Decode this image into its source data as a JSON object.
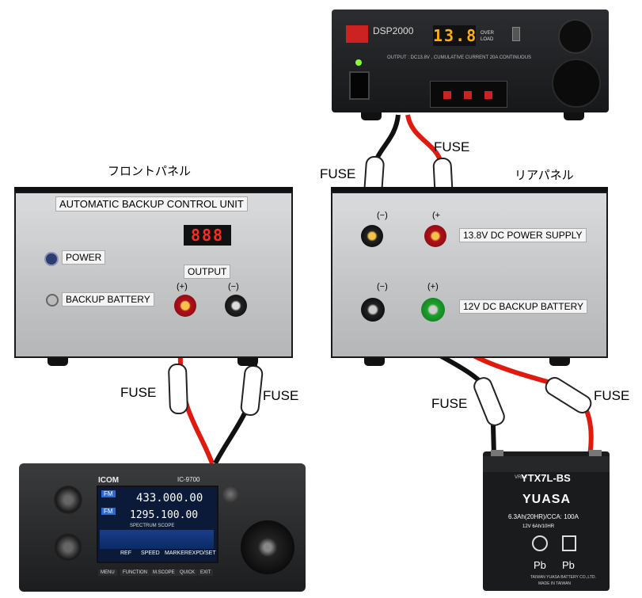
{
  "labels": {
    "front_panel": "フロントパネル",
    "rear_panel": "リアパネル",
    "fuse": "FUSE"
  },
  "power_supply": {
    "model": "DSP2000",
    "display": "13.8",
    "overload": "OVER LOAD",
    "output_text": "OUTPUT : DC13.8V , CUMULATIVE CURRENT 20A CONTINUOUS"
  },
  "front_unit": {
    "title": "AUTOMATIC BACKUP CONTROL UNIT",
    "display": "888",
    "power_label": "POWER",
    "backup_label": "BACKUP BATTERY",
    "output_label": "OUTPUT",
    "plus": "(+)",
    "minus": "(−)"
  },
  "rear_unit": {
    "supply_label": "13.8V DC POWER SUPPLY",
    "battery_label": "12V DC BACKUP BATTERY",
    "plus": "(+",
    "plus2": "(+)",
    "minus": "(−)"
  },
  "radio": {
    "brand": "ICOM",
    "model": "IC-9700",
    "freq_main": "433.000.00",
    "freq_sub": "1295.100.00",
    "mode1": "FM",
    "mode2": "FM",
    "scope": "SPECTRUM SCOPE",
    "soft_keys": [
      "REF",
      "SPEED",
      "MARKER",
      "EXPD/SET"
    ],
    "bottom_keys": [
      "MENU",
      "FUNCTION",
      "M.SCOPE",
      "QUICK",
      "EXIT"
    ]
  },
  "battery": {
    "vrla": "VRLA",
    "model": "YTX7L-BS",
    "brand": "YUASA",
    "rating": "6.3Ah(20HR)/CCA: 100A",
    "rating2": "12V  6Ah/10HR",
    "pb1": "Pb",
    "pb2": "Pb",
    "maker": "TAIWAN YUASA BATTERY CO.,LTD.",
    "made": "MADE IN TAIWAN"
  },
  "colors": {
    "wire_red": "#e11a10",
    "wire_black": "#111111",
    "panel": "#c9cbcd"
  }
}
